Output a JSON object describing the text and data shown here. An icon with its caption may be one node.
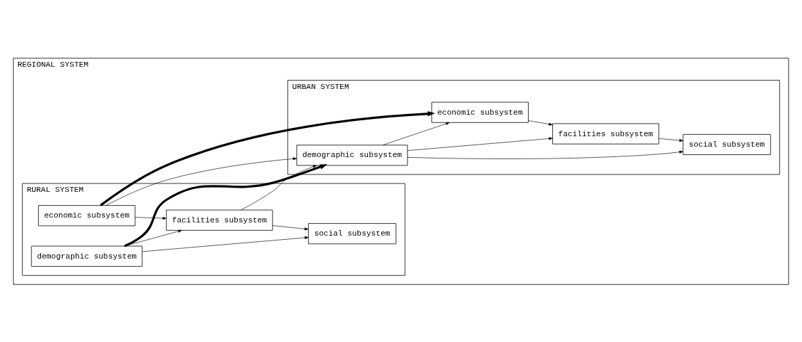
{
  "diagram": {
    "nodes": [
      {
        "text": [
          "REGIONAL SYSTEM"
        ]
      },
      {
        "text": [
          "RURAL SYSTEM"
        ],
        "in": 0
      },
      {
        "text": [
          "facilities subsystem"
        ],
        "in": 1
      },
      {
        "text": [
          "demographic subsystem"
        ],
        "in": 1
      },
      {
        "text": [
          "social subsystem"
        ],
        "in": 1
      },
      {
        "text": [
          "economic subsystem"
        ],
        "in": 1
      },
      {
        "text": [
          "URBAN SYSTEM"
        ],
        "in": 0
      },
      {
        "text": [
          "demographic subsystem"
        ],
        "in": 6
      },
      {
        "text": [
          "economic subsystem"
        ],
        "in": 6
      },
      {
        "text": [
          "social subsystem"
        ],
        "in": 6
      },
      {
        "text": [
          "facilities subsystem"
        ],
        "in": 6
      }
    ],
    "edges": [
      {
        "from": 3,
        "to": 2,
        "arrow": "to"
      },
      {
        "from": 2,
        "to": 4,
        "arrow": "to"
      },
      {
        "from": 3,
        "to": 4,
        "arrow": "to"
      },
      {
        "from": 5,
        "to": 2,
        "arrow": "to"
      },
      {
        "from": 3,
        "to": 7,
        "arrow": "to",
        "style": "thick"
      },
      {
        "from": 2,
        "to": 7,
        "arrow": "to"
      },
      {
        "from": 5,
        "to": 7,
        "arrow": "to"
      },
      {
        "from": 5,
        "to": 8,
        "arrow": "to",
        "style": "thick"
      },
      {
        "from": 7,
        "to": 8,
        "arrow": "to"
      },
      {
        "from": 7,
        "to": 9,
        "arrow": "to"
      },
      {
        "from": 7,
        "to": 10,
        "arrow": "to"
      },
      {
        "from": 8,
        "to": 10,
        "arrow": "to"
      },
      {
        "from": 10,
        "to": 9,
        "arrow": "to"
      }
    ]
  }
}
